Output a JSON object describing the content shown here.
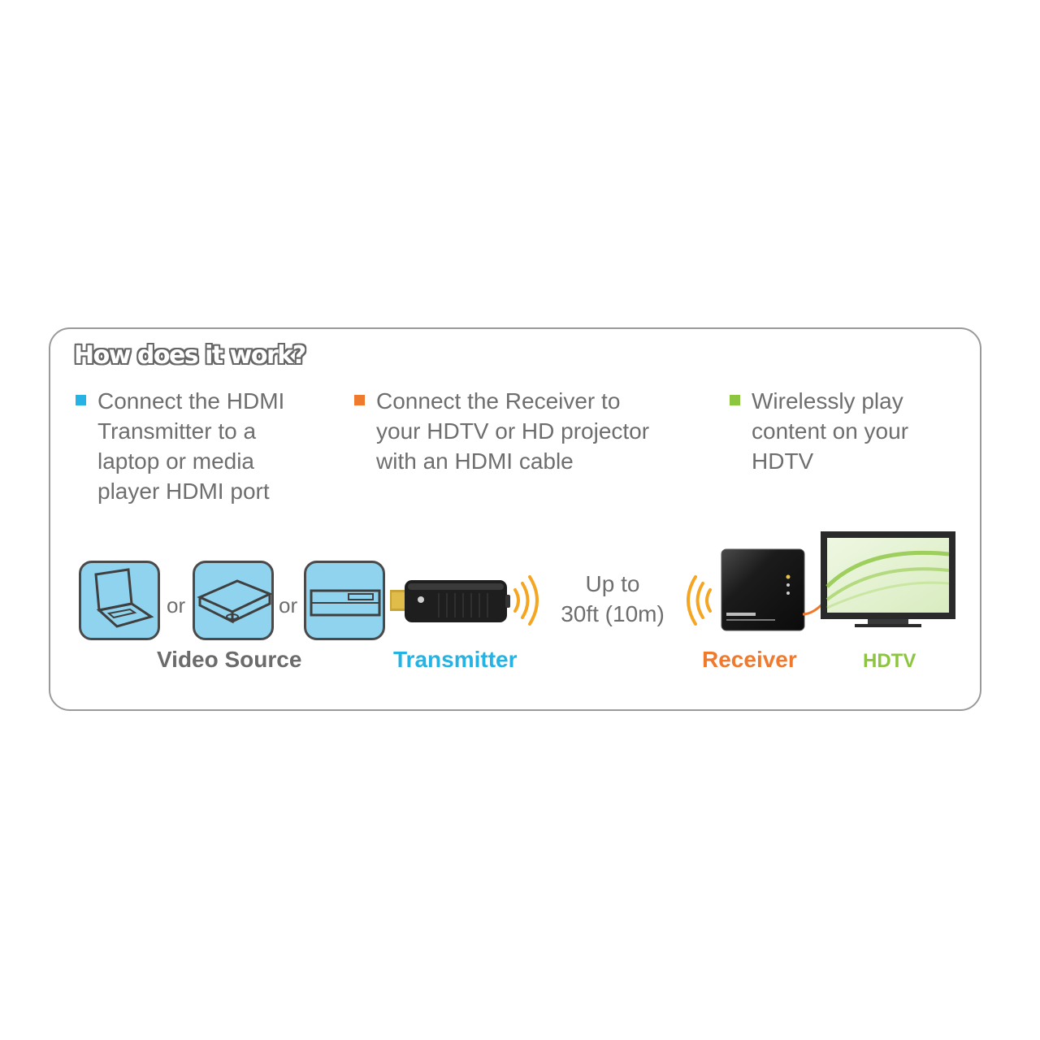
{
  "title": "How does it work?",
  "steps": [
    {
      "text": "Connect the HDMI\nTransmitter to a\nlaptop or media\nplayer HDMI port",
      "color": "#26b3e3"
    },
    {
      "text": "Connect the Receiver to\nyour HDTV or HD projector\nwith an HDMI cable",
      "color": "#ef7a2e"
    },
    {
      "text": "Wirelessly play\ncontent on your\nHDTV",
      "color": "#8cc540"
    }
  ],
  "connectors": {
    "or_1": "or",
    "or_2": "or"
  },
  "range": {
    "line1": "Up to",
    "line2": "30ft (10m)"
  },
  "labels": {
    "video_source": "Video Source",
    "transmitter": "Transmitter",
    "receiver": "Receiver",
    "hdtv": "HDTV"
  },
  "icons": [
    "laptop-icon",
    "dvd-player-icon",
    "set-top-box-icon",
    "transmitter-dongle-icon",
    "wireless-signal-icon",
    "receiver-box-icon",
    "hdtv-icon"
  ],
  "colors": {
    "accent_blue": "#26b3e3",
    "accent_orange": "#ef7a2e",
    "accent_green": "#8cc540",
    "device_fill": "#8fd3ee"
  }
}
